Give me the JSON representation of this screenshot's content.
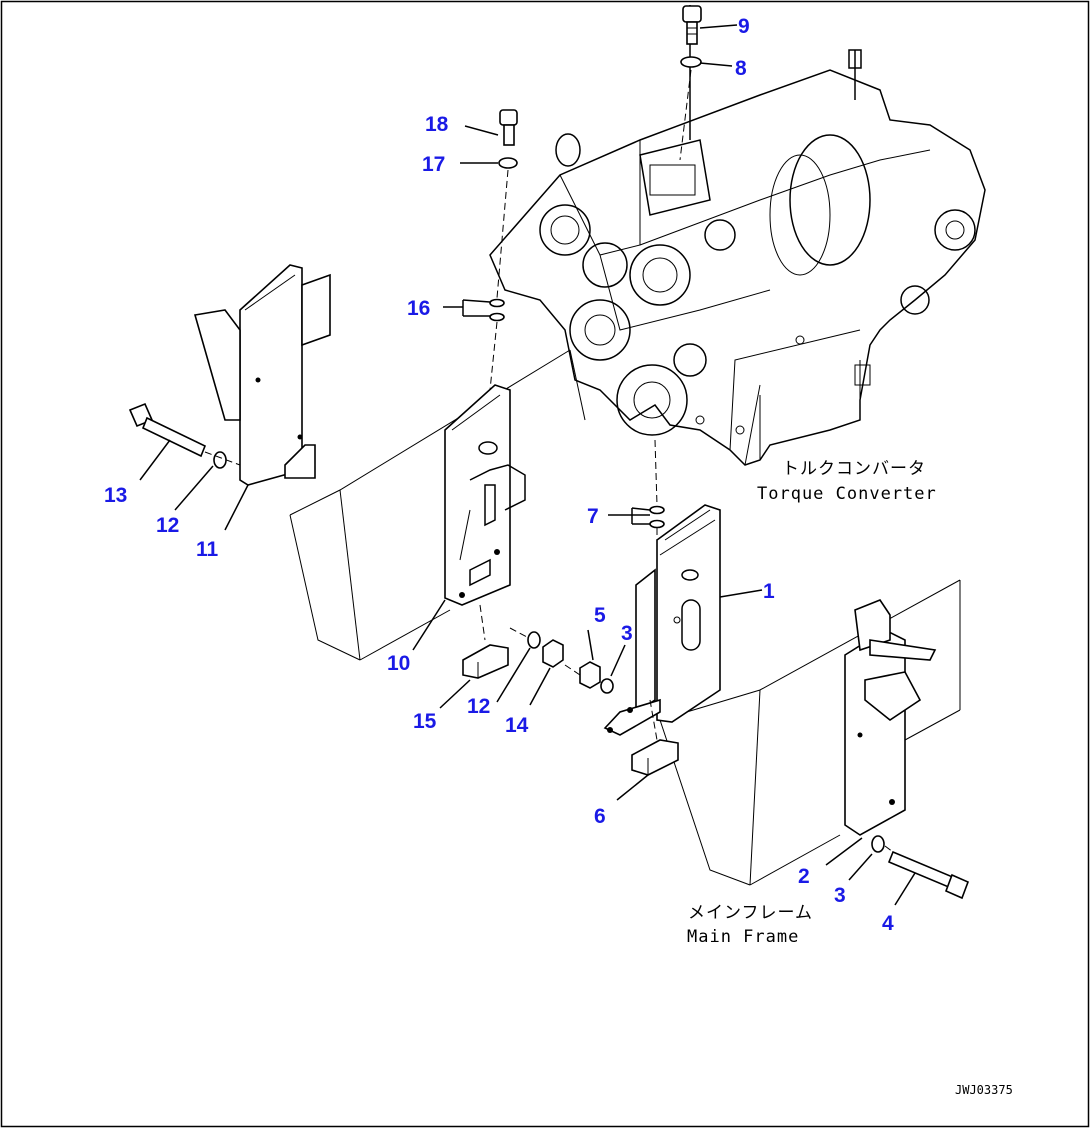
{
  "callouts": [
    {
      "label": "1"
    },
    {
      "label": "2"
    },
    {
      "label": "3"
    },
    {
      "label": "3"
    },
    {
      "label": "4"
    },
    {
      "label": "5"
    },
    {
      "label": "6"
    },
    {
      "label": "7"
    },
    {
      "label": "8"
    },
    {
      "label": "9"
    },
    {
      "label": "10"
    },
    {
      "label": "11"
    },
    {
      "label": "12"
    },
    {
      "label": "12"
    },
    {
      "label": "13"
    },
    {
      "label": "14"
    },
    {
      "label": "15"
    },
    {
      "label": "16"
    },
    {
      "label": "17"
    },
    {
      "label": "18"
    }
  ],
  "captions": {
    "torque_converter_jp": "トルクコンバータ",
    "torque_converter_en": "Torque Converter",
    "main_frame_jp": "メインフレーム",
    "main_frame_en": "Main Frame"
  },
  "drawing_code": "JWJ03375"
}
